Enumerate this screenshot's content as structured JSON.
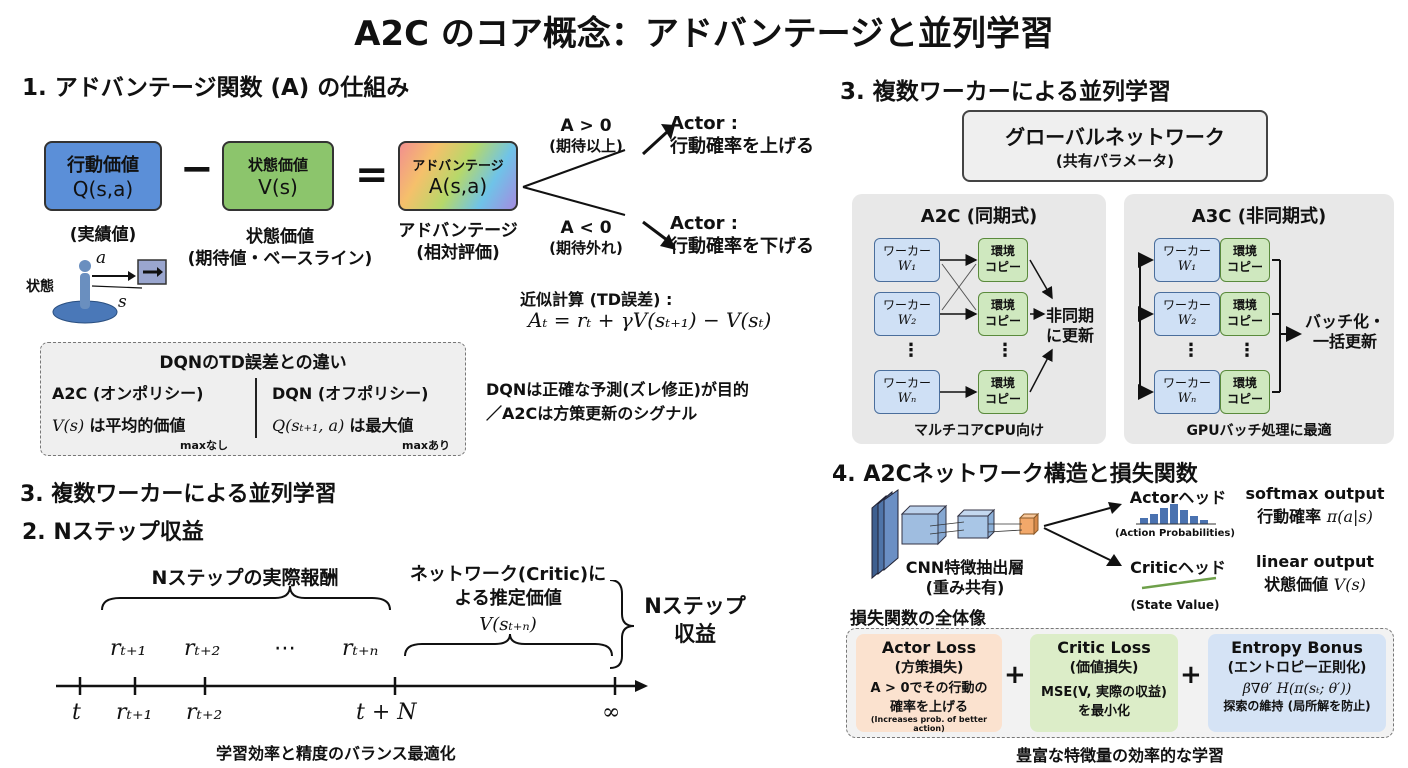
{
  "title": "A2C のコア概念：アドバンテージと並列学習",
  "s1": {
    "heading": "1. アドバンテージ関数 (A) の仕組み",
    "q_box": {
      "label": "行動価値",
      "expr": "Q(s,a)"
    },
    "q_caption": "(実績値)",
    "minus": "−",
    "v_box": {
      "label": "状態価値",
      "expr": "V(s)"
    },
    "v_caption_1": "状態価値",
    "v_caption_2": "(期待値・ベースライン)",
    "equals": "=",
    "a_box": {
      "label": "アドバンテージ",
      "expr": "A(s,a)"
    },
    "a_caption_1": "アドバンテージ",
    "a_caption_2": "(相対評価)",
    "state_label": "状態",
    "action_symbol": "a",
    "s_symbol": "s",
    "pos_cond": "A > 0",
    "pos_sub": "(期待以上)",
    "pos_actor": "Actor :",
    "pos_effect": "行動確率を上げる",
    "neg_cond": "A < 0",
    "neg_sub": "(期待外れ)",
    "neg_actor": "Actor :",
    "neg_effect": "行動確率を下げる",
    "approx_label": "近似計算 (TD誤差) :",
    "td_formula": "Aₜ = rₜ + γV(sₜ₊₁) − V(sₜ)"
  },
  "dqn": {
    "title": "DQNのTD誤差との違い",
    "left_head": "A2C (オンポリシー)",
    "left_expr": "V(s)",
    "left_text": "は平均的価値",
    "left_note": "maxなし",
    "right_head": "DQN (オフポリシー)",
    "right_expr": "Q(sₜ₊₁, a)",
    "right_text": "は最大値",
    "right_note": "maxあり",
    "side_1": "DQNは正確な予測(ズレ修正)が目的",
    "side_2": "／A2Cは方策更新のシグナル"
  },
  "s3_left_heading": "3. 複数ワーカーによる並列学習",
  "s2": {
    "heading": "2. Nステップ収益",
    "actual_label": "Nステップの実際報酬",
    "net_label_1": "ネットワーク(Critic)に",
    "net_label_2": "よる推定価値",
    "net_expr": "V(sₜ₊ₙ)",
    "total_1": "Nステップ",
    "total_2": "収益",
    "rewards": [
      "rₜ₊₁",
      "rₜ₊₂",
      "⋯",
      "rₜ₊ₙ"
    ],
    "ticks": [
      "t",
      "rₜ₊₁",
      "rₜ₊₂",
      "t + N",
      "∞"
    ],
    "caption": "学習効率と精度のバランス最適化"
  },
  "s3": {
    "heading": "3. 複数ワーカーによる並列学習",
    "global_1": "グローバルネットワーク",
    "global_2": "(共有パラメータ)",
    "a2c_title": "A2C (同期式)",
    "a3c_title": "A3C (非同期式)",
    "worker_label": "ワーカー",
    "worker_subs": [
      "W₁",
      "W₂",
      "Wₙ"
    ],
    "env_1": "環境",
    "env_2": "コピー",
    "vdots": "⋮",
    "a2c_update_1": "非同期",
    "a2c_update_2": "に更新",
    "a3c_update_1": "バッチ化・",
    "a3c_update_2": "一括更新",
    "a2c_caption": "マルチコアCPU向け",
    "a3c_caption": "GPUバッチ処理に最適"
  },
  "s4": {
    "heading": "4. A2Cネットワーク構造と損失関数",
    "cnn_1": "CNN特徴抽出層",
    "cnn_2": "(重み共有)",
    "actor_head": "Actorヘッド",
    "actor_prob": "(Action Probabilities)",
    "critic_head": "Criticヘッド",
    "critic_val": "(State Value)",
    "softmax": "softmax output",
    "softmax_desc": "行動確率",
    "softmax_expr": "π(a|s)",
    "linear": "linear output",
    "linear_desc": "状態価値",
    "linear_expr": "V(s)",
    "loss_heading": "損失関数の全体像",
    "actor_loss": {
      "title": "Actor Loss",
      "sub": "(方策損失)",
      "line1": "A > 0でその行動の",
      "line2": "確率を上げる",
      "note": "(Increases prob. of better action)"
    },
    "critic_loss": {
      "title": "Critic Loss",
      "sub": "(価値損失)",
      "line1": "MSE(V, 実際の収益)",
      "line2": "を最小化"
    },
    "entropy": {
      "title": "Entropy Bonus",
      "sub": "(エントロピー正則化)",
      "line1": "β∇θ′ H(π(sₜ; θ′))",
      "line2": "探索の維持 (局所解を防止)"
    },
    "plus": "+",
    "caption": "豊富な特徴量の効率的な学習"
  },
  "colors": {
    "q_box": "#5b8fd8",
    "v_box": "#8cc56c",
    "actor_loss_bg": "#fbe2cf",
    "critic_loss_bg": "#dcedc8",
    "entropy_bg": "#d5e3f5",
    "panel_bg": "#e8e8e8"
  }
}
